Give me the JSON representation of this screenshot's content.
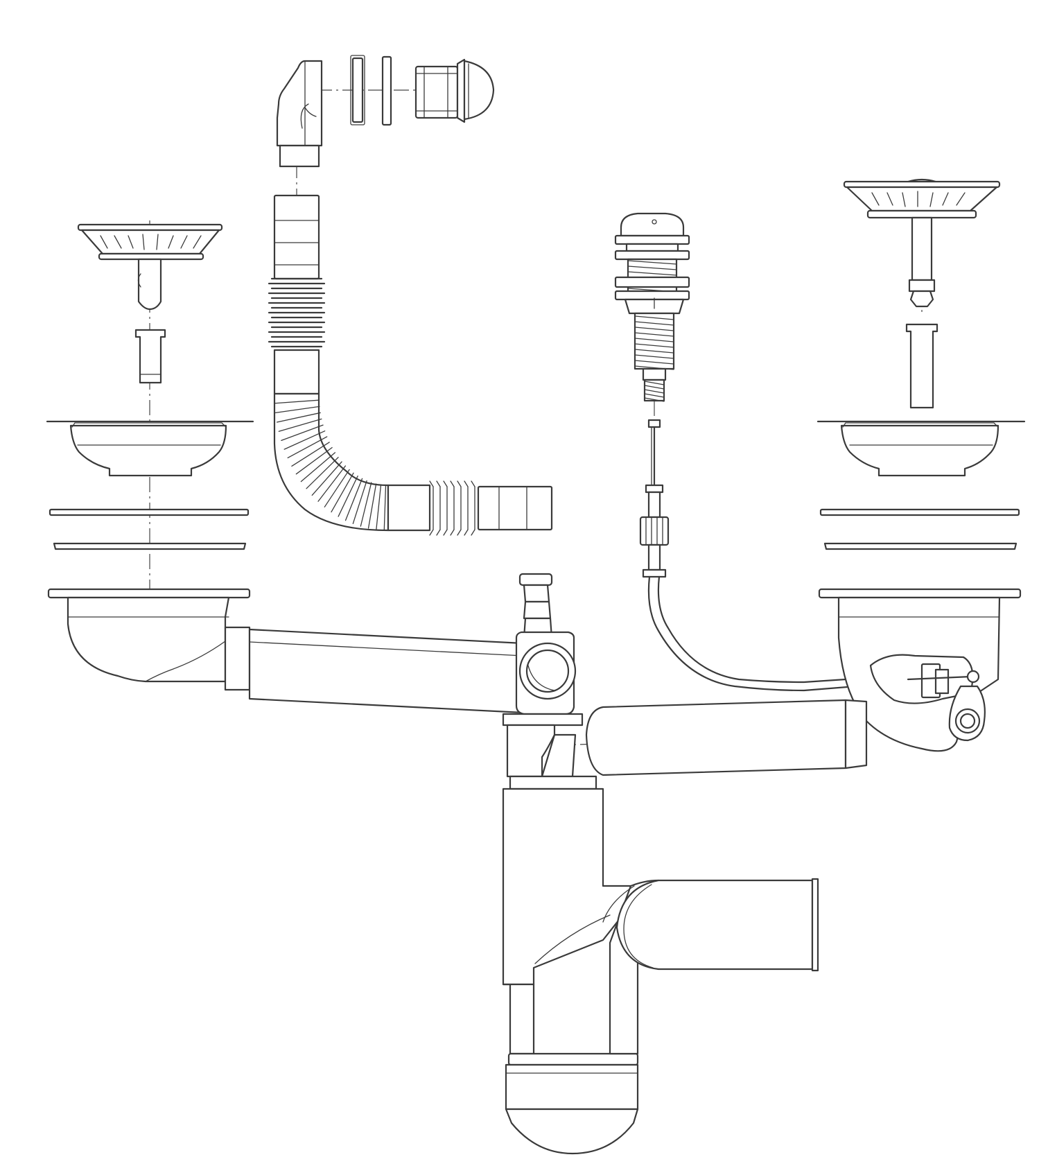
{
  "diagram": {
    "kind": "exploded assembly line drawing",
    "stroke_color": "#3a3a3a",
    "background_color": "#ffffff",
    "components": [
      "left-basket-strainer",
      "left-strainer-pin",
      "left-sink-bowl",
      "left-gasket-upper",
      "left-gasket-lower",
      "left-drain-outlet",
      "overflow-elbow",
      "overflow-washer-1",
      "overflow-washer-2",
      "overflow-nut",
      "overflow-cap",
      "flexible-overflow-hose",
      "pop-up-valve",
      "actuator-cable",
      "right-basket-strainer",
      "right-strainer-pin",
      "right-sink-bowl",
      "right-gasket-upper",
      "right-gasket-lower",
      "right-drain-outlet",
      "left-connecting-pipe",
      "dishwasher-connector",
      "right-connecting-pipe",
      "bottle-trap",
      "trap-outlet-pipe"
    ]
  }
}
